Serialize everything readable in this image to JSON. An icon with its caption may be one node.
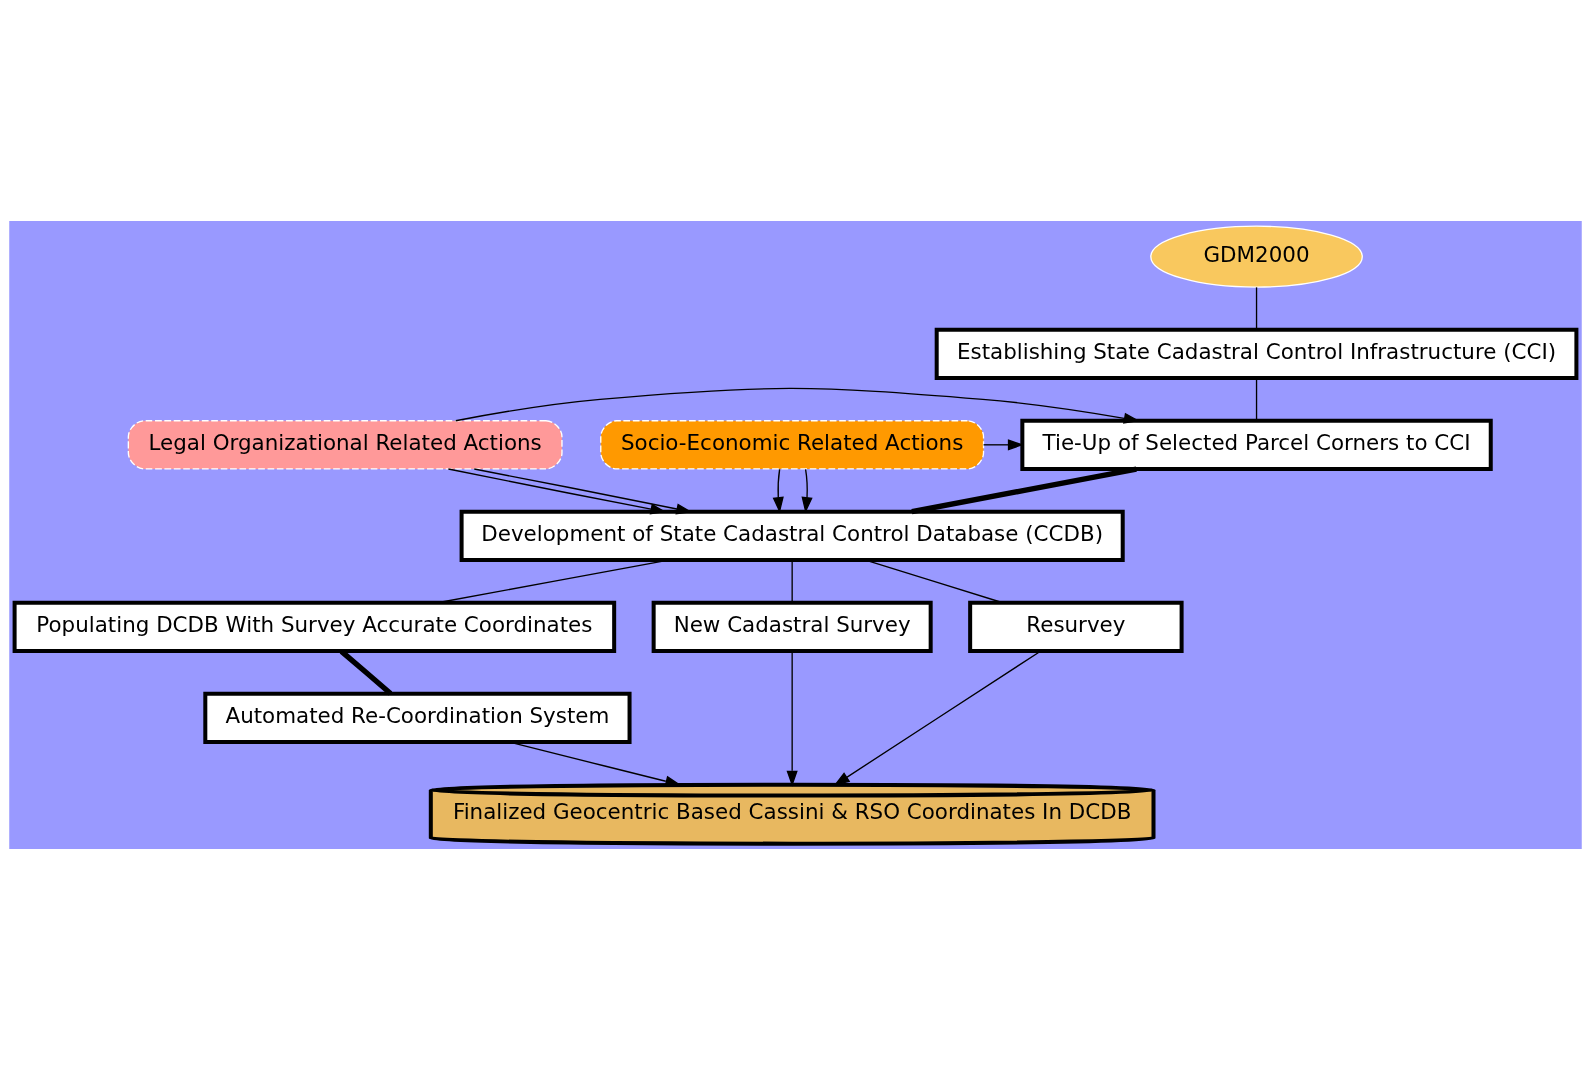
{
  "diagram": {
    "nodes": [
      {
        "text": [
          "GDM2000"
        ]
      },
      {
        "text": [
          "Establishing State Cadastral Control Infrastructure (CCI)"
        ]
      },
      {
        "text": [
          "Tie-Up of Selected Parcel Corners to CCI"
        ]
      },
      {
        "text": [
          "Development of State Cadastral Control Database (CCDB)"
        ]
      },
      {
        "text": [
          "Legal Organizational Related Actions"
        ]
      },
      {
        "text": [
          "Socio-Economic Related Actions"
        ]
      },
      {
        "text": [
          "Populating DCDB With Survey Accurate Coordinates"
        ]
      },
      {
        "text": [
          "New Cadastral Survey"
        ]
      },
      {
        "text": [
          "Resurvey"
        ]
      },
      {
        "text": [
          "Automated Re-Coordination System"
        ]
      },
      {
        "text": [
          "Finalized Geocentric Based Cassini & RSO Coordinates In DCDB"
        ]
      }
    ],
    "edges": [
      {
        "from": 0,
        "to": 1,
        "arrow": "none"
      },
      {
        "from": 1,
        "to": 2,
        "arrow": "none"
      },
      {
        "from": 2,
        "to": 3,
        "arrow": "none",
        "style": "thick"
      },
      {
        "from": 4,
        "to": 2,
        "arrow": "to"
      },
      {
        "from": 4,
        "to": 3,
        "arrow": "to"
      },
      {
        "from": 4,
        "to": 3,
        "arrow": "to"
      },
      {
        "from": 5,
        "to": 2,
        "arrow": "to"
      },
      {
        "from": 5,
        "to": 3,
        "arrow": "to"
      },
      {
        "from": 5,
        "to": 3,
        "arrow": "to"
      },
      {
        "from": 3,
        "to": 6,
        "arrow": "none"
      },
      {
        "from": 3,
        "to": 7,
        "arrow": "none"
      },
      {
        "from": 3,
        "to": 8,
        "arrow": "none"
      },
      {
        "from": 6,
        "to": 9,
        "arrow": "none",
        "style": "thick"
      },
      {
        "from": 7,
        "to": 10,
        "arrow": "to"
      },
      {
        "from": 9,
        "to": 10,
        "arrow": "to"
      },
      {
        "from": 8,
        "to": 10,
        "arrow": "to"
      }
    ]
  }
}
